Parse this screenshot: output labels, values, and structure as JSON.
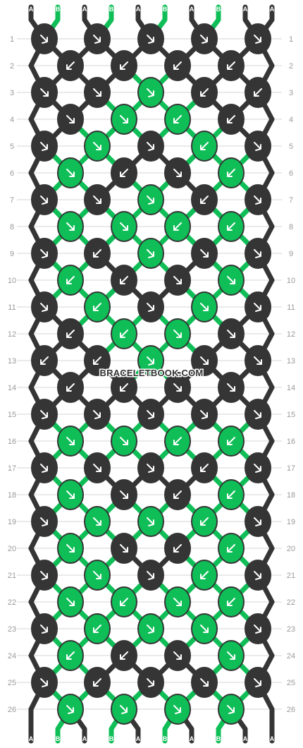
{
  "site": {
    "watermark": "BRACELETBOOK.COM"
  },
  "strings": {
    "top": [
      "A",
      "B",
      "A",
      "B",
      "A",
      "B",
      "A",
      "B",
      "A",
      "A"
    ],
    "bottom": [
      "A",
      "B",
      "A",
      "B",
      "A",
      "B",
      "A",
      "B",
      "A",
      "A"
    ]
  },
  "colors": {
    "A": "#353535",
    "B": "#0fbe57",
    "grid": "#d6d6d6",
    "arrow": "#ffffff"
  },
  "row_numbers": [
    "1",
    "2",
    "3",
    "4",
    "5",
    "6",
    "7",
    "8",
    "9",
    "10",
    "11",
    "12",
    "13",
    "14",
    "15",
    "16",
    "17",
    "18",
    "19",
    "20",
    "21",
    "22",
    "23",
    "24",
    "25",
    "26"
  ],
  "knots": [
    [
      "A,fb",
      "A,fb",
      "A,fb",
      "A,fb",
      "A,fb"
    ],
    [
      "A,b",
      "A,b",
      "A,b",
      "A,b"
    ],
    [
      "A,f",
      "A,f",
      "B,fb",
      "A,b",
      "A,b"
    ],
    [
      "A,f",
      "B,f",
      "B,b",
      "A,b"
    ],
    [
      "A,fb",
      "B,f",
      "A,fb",
      "B,b",
      "A,fb"
    ],
    [
      "B,f",
      "A,b",
      "A,f",
      "B,b"
    ],
    [
      "A,fb",
      "A,f",
      "B,fb",
      "A,b",
      "A,fb"
    ],
    [
      "B,f",
      "B,f",
      "B,b",
      "B,b"
    ],
    [
      "A,fb",
      "A,b",
      "B,fb",
      "A,f",
      "A,fb"
    ],
    [
      "B,b",
      "A,b",
      "A,f",
      "B,f"
    ],
    [
      "A,fb",
      "B,b",
      "A,fb",
      "B,f",
      "A,fb"
    ],
    [
      "A,b",
      "B,b",
      "B,f",
      "A,f"
    ],
    [
      "A,b",
      "A,b",
      "B,fb",
      "A,f",
      "A,f"
    ],
    [
      "A,b",
      "A,b",
      "A,f",
      "A,f"
    ],
    [
      "A,fb",
      "A,fb",
      "A,fb",
      "A,fb",
      "A,fb"
    ],
    [
      "B,f",
      "B,f",
      "B,b",
      "B,b"
    ],
    [
      "A,fb",
      "A,f",
      "A,fb",
      "A,b",
      "A,fb"
    ],
    [
      "B,f",
      "A,f",
      "A,b",
      "B,b"
    ],
    [
      "A,fb",
      "B,f",
      "B,fb",
      "B,b",
      "A,fb"
    ],
    [
      "B,f",
      "A,f",
      "A,b",
      "B,b"
    ],
    [
      "A,fb",
      "B,f",
      "A,fb",
      "B,b",
      "A,fb"
    ],
    [
      "B,f",
      "B,b",
      "B,f",
      "B,b"
    ],
    [
      "A,fb",
      "B,b",
      "B,fb",
      "B,f",
      "A,fb"
    ],
    [
      "B,b",
      "A,b",
      "A,f",
      "B,f"
    ],
    [
      "A,fb",
      "A,b",
      "A,fb",
      "A,f",
      "A,fb"
    ],
    [
      "B,fb",
      "B,fb",
      "B,fb",
      "B,fb"
    ]
  ]
}
